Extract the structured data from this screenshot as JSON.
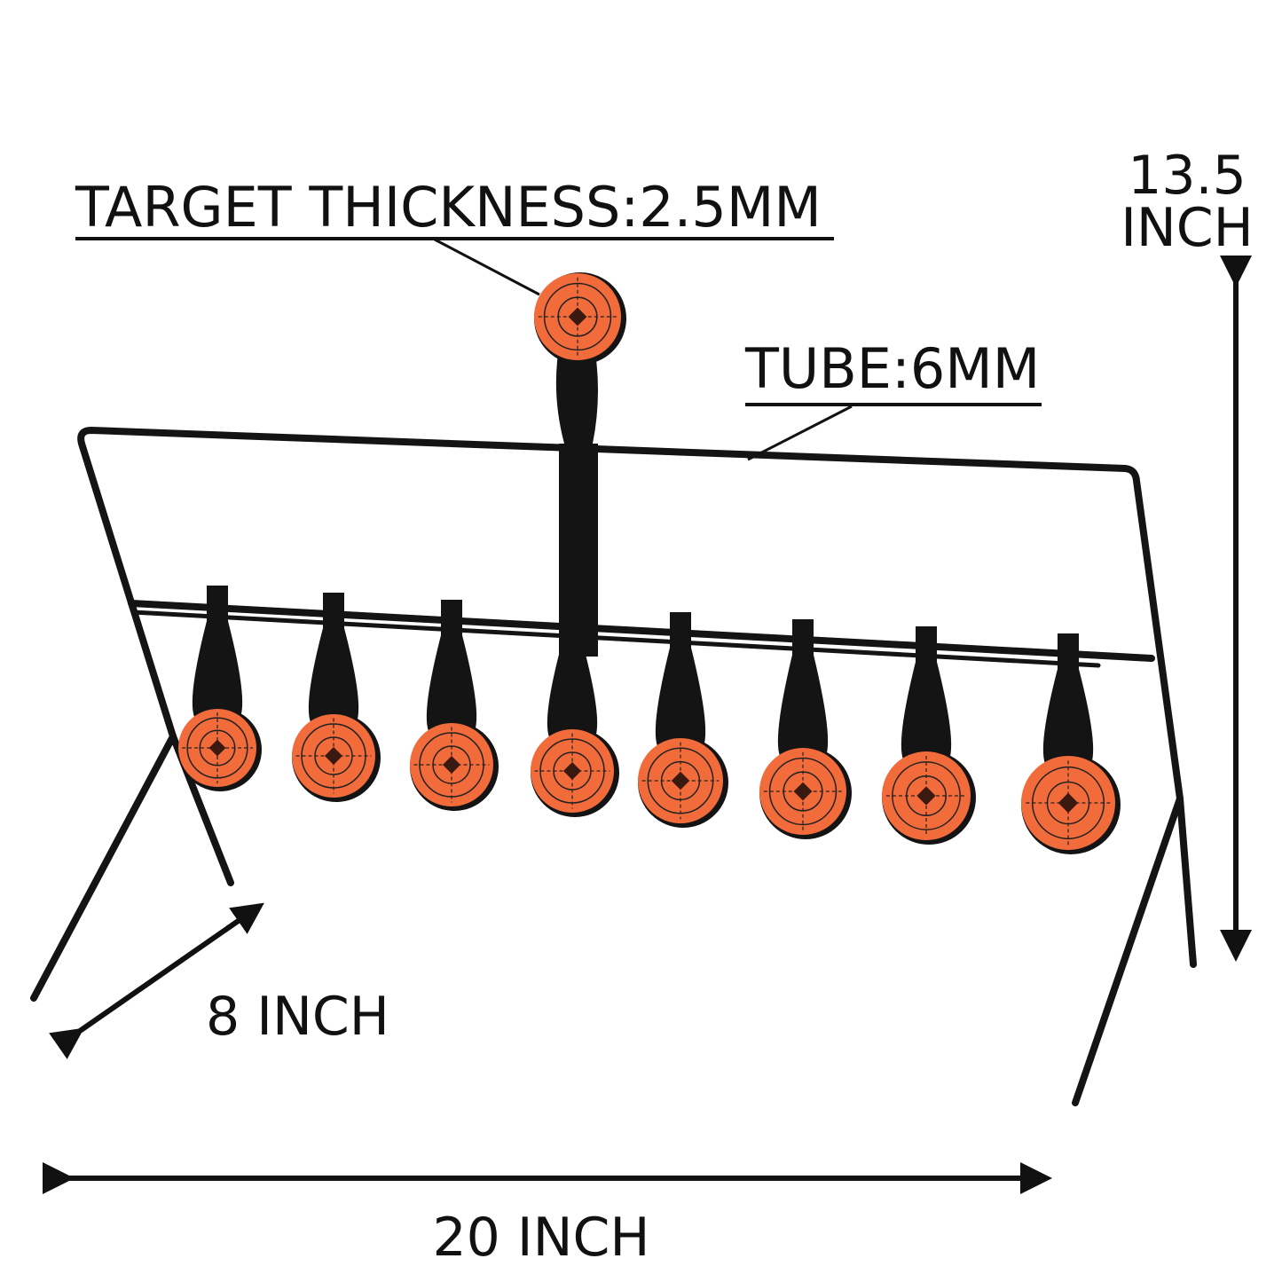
{
  "annotations": {
    "target_thickness": "TARGET THICKNESS:2.5MM",
    "tube": "TUBE:6MM",
    "height_value": "13.5",
    "height_unit": "INCH",
    "depth": "8 INCH",
    "width": "20 INCH"
  },
  "colors": {
    "target_orange": "#f26b3b",
    "metal": "#141414",
    "ink": "#111111"
  },
  "target_count": 9
}
